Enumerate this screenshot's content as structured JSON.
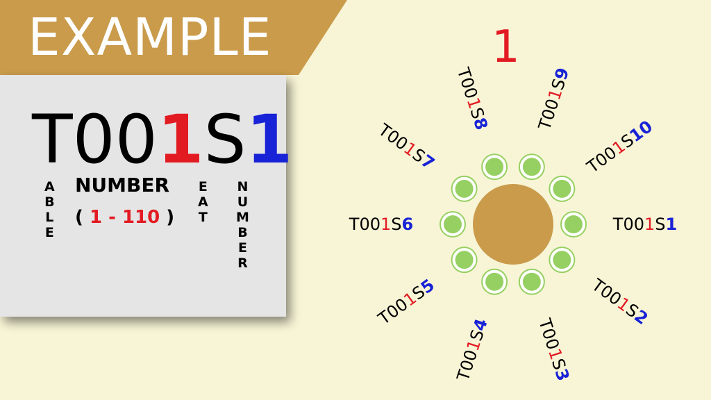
{
  "banner": {
    "title": "EXAMPLE"
  },
  "code": {
    "table_prefix": "T00",
    "table_digit": "1",
    "seat_prefix": "S",
    "seat_digit": "1"
  },
  "legend": {
    "table_letters": [
      "A",
      "B",
      "L",
      "E"
    ],
    "number_label": "NUMBER",
    "range_open": "(",
    "range_value": "1 - 110",
    "range_close": ")",
    "seat_letters": [
      "E",
      "A",
      "T"
    ],
    "number_letters": [
      "N",
      "U",
      "M",
      "B",
      "E",
      "R"
    ]
  },
  "table": {
    "number": "1"
  },
  "colors": {
    "banner": "#c99b4b",
    "background": "#f8f5d6",
    "panel": "#e5e5e5",
    "red": "#e21b23",
    "blue": "#1822d6",
    "table_fill": "#c99b4b",
    "seat_fill": "#97d062",
    "seat_ring": "#97d062"
  },
  "seats": [
    {
      "table_part": "T00",
      "table_digit": "1",
      "seat_part": "S",
      "seat_digit": "1"
    },
    {
      "table_part": "T00",
      "table_digit": "1",
      "seat_part": "S",
      "seat_digit": "2"
    },
    {
      "table_part": "T00",
      "table_digit": "1",
      "seat_part": "S",
      "seat_digit": "3"
    },
    {
      "table_part": "T00",
      "table_digit": "1",
      "seat_part": "S",
      "seat_digit": "4"
    },
    {
      "table_part": "T00",
      "table_digit": "1",
      "seat_part": "S",
      "seat_digit": "5"
    },
    {
      "table_part": "T00",
      "table_digit": "1",
      "seat_part": "S",
      "seat_digit": "6"
    },
    {
      "table_part": "T00",
      "table_digit": "1",
      "seat_part": "S",
      "seat_digit": "7"
    },
    {
      "table_part": "T00",
      "table_digit": "1",
      "seat_part": "S",
      "seat_digit": "8"
    },
    {
      "table_part": "T00",
      "table_digit": "1",
      "seat_part": "S",
      "seat_digit": "9"
    },
    {
      "table_part": "T00",
      "table_digit": "1",
      "seat_part": "S",
      "seat_digit": "10"
    }
  ]
}
